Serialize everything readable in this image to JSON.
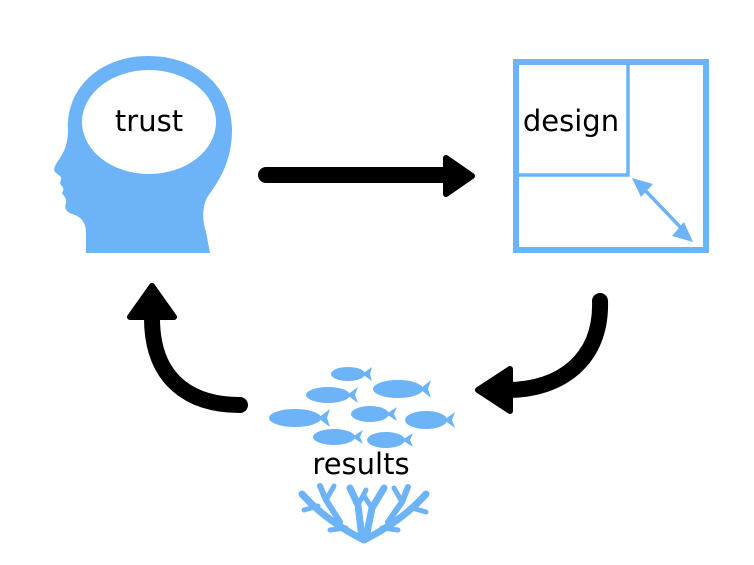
{
  "diagram": {
    "type": "cycle",
    "colors": {
      "accent": "#6db3f8",
      "arrow": "#000000",
      "background": "#ffffff"
    },
    "nodes": [
      {
        "id": "trust",
        "label": "trust",
        "icon": "human-head-icon"
      },
      {
        "id": "design",
        "label": "design",
        "icon": "resizing-squares-icon"
      },
      {
        "id": "results",
        "label": "results",
        "icon": "fish-school-and-coral-icon"
      }
    ],
    "edges": [
      {
        "from": "trust",
        "to": "design",
        "style": "straight-arrow"
      },
      {
        "from": "design",
        "to": "results",
        "style": "curved-arrow"
      },
      {
        "from": "results",
        "to": "trust",
        "style": "curved-arrow"
      }
    ]
  }
}
